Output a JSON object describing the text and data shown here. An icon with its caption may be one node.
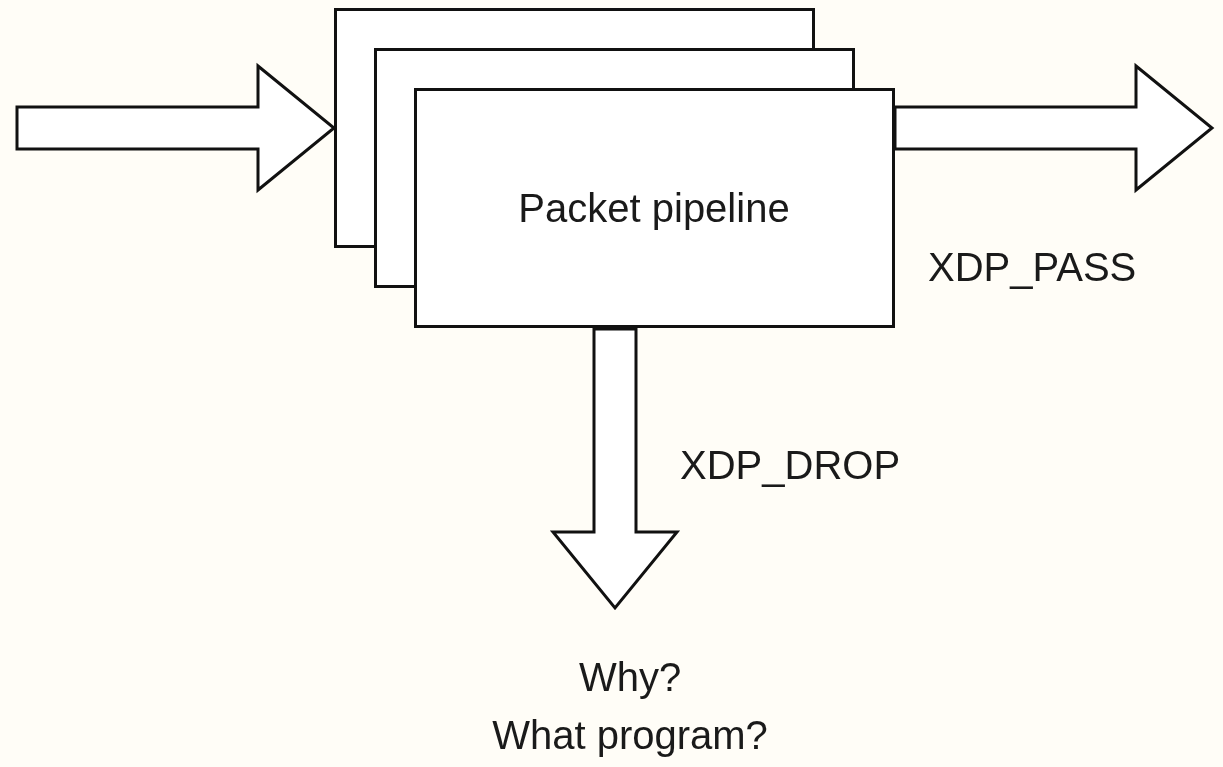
{
  "diagram": {
    "nodes": [
      {
        "text": [
          "Packet pipeline"
        ]
      },
      {
        "text": [
          "Why? What program?"
        ]
      }
    ],
    "edges": [
      {
        "from": null,
        "to": 0,
        "arrow": "to"
      },
      {
        "from": 0,
        "to": null,
        "arrow": "to",
        "label": "XDP_PASS"
      },
      {
        "from": 0,
        "to": 1,
        "arrow": "to",
        "label": "XDP_DROP"
      }
    ]
  }
}
